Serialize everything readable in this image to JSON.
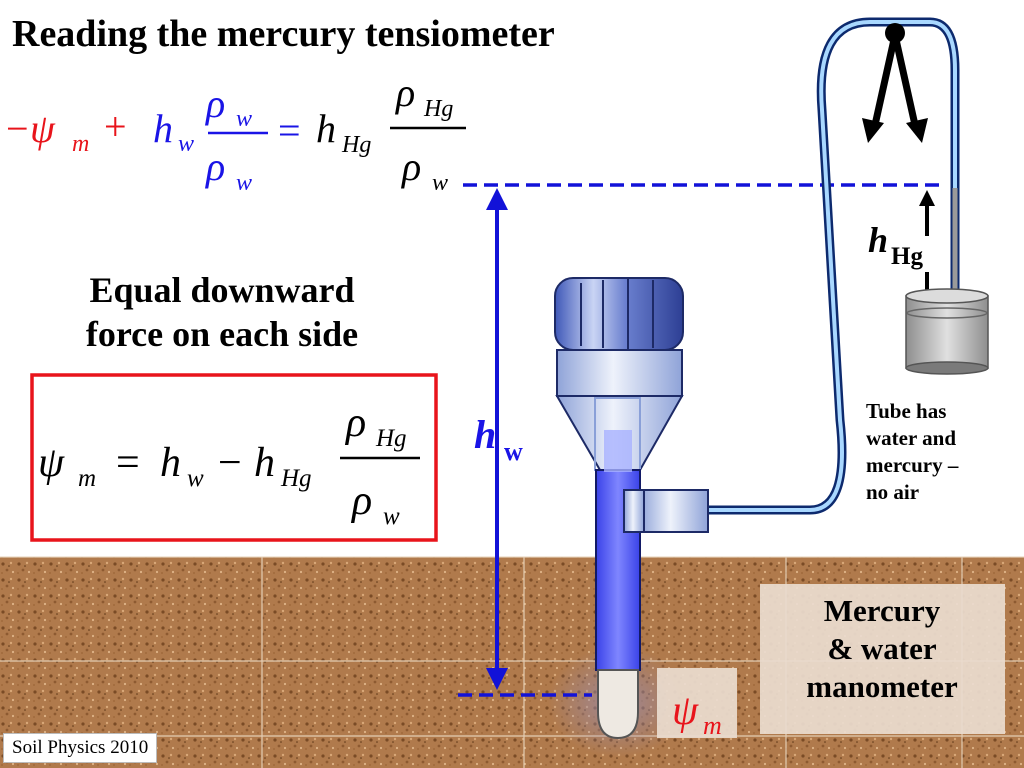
{
  "title": "Reading the mercury tensiometer",
  "force_text": {
    "line1": "Equal downward",
    "line2": "force on each side"
  },
  "tube_note": {
    "line1": "Tube has",
    "line2": "water and",
    "line3": "mercury –",
    "line4": "no air"
  },
  "manometer_label": {
    "line1": "Mercury",
    "line2": "& water",
    "line3": "manometer"
  },
  "footer": "Soil Physics 2010",
  "symbols": {
    "psi": "ψ",
    "rho": "ρ",
    "minus": "−",
    "plus": "+",
    "equals": "=",
    "h": "h",
    "sub_m": "m",
    "sub_w": "w",
    "sub_hg": "Hg",
    "label_hg_sub": "Hg",
    "label_w_sub": "w"
  },
  "colors": {
    "red": "#e8141b",
    "blue": "#1a14e6",
    "black": "#000000",
    "dashed_line": "#1212d8",
    "box_border": "#e8141b"
  }
}
